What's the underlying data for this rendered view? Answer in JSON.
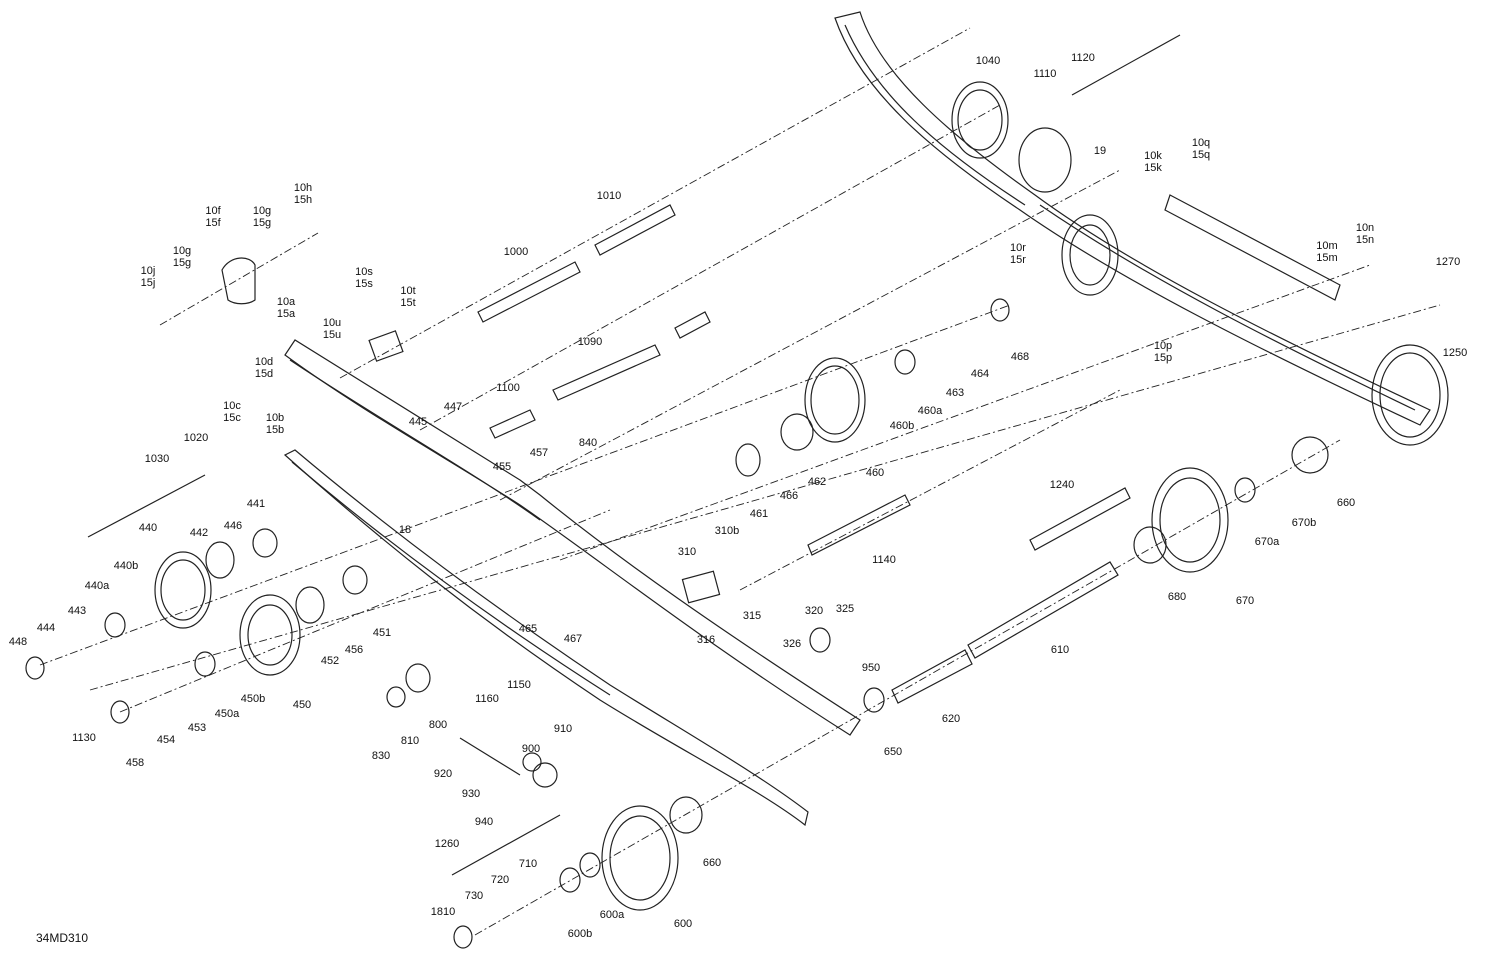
{
  "drawing_code": "34MD310",
  "labels": [
    "1040",
    "1110",
    "1120",
    "19",
    "10k\n15k",
    "10q\n15q",
    "10n\n15n",
    "10m\n15m",
    "1270",
    "1250",
    "10r\n15r",
    "10p\n15p",
    "468",
    "464",
    "463",
    "460a",
    "460b",
    "460",
    "462",
    "466",
    "461",
    "1010",
    "1000",
    "1090",
    "1100",
    "10h\n15h",
    "10g\n15g",
    "10f\n15f",
    "10g\n15g",
    "10j\n15j",
    "10s\n15s",
    "10t\n15t",
    "10u\n15u",
    "10a\n15a",
    "10d\n15d",
    "445",
    "447",
    "455",
    "457",
    "840",
    "10c\n15c",
    "10b\n15b",
    "1020",
    "1030",
    "441",
    "442",
    "446",
    "440",
    "440b",
    "440a",
    "443",
    "444",
    "448",
    "1130",
    "18",
    "465",
    "467",
    "451",
    "456",
    "452",
    "450",
    "450b",
    "450a",
    "453",
    "454",
    "458",
    "310",
    "310b",
    "315",
    "316",
    "1140",
    "1240",
    "670",
    "670a",
    "670b",
    "660",
    "680",
    "320",
    "325",
    "326",
    "950",
    "610",
    "620",
    "650",
    "800",
    "810",
    "830",
    "1160",
    "1150",
    "910",
    "900",
    "920",
    "930",
    "940",
    "660",
    "600",
    "600a",
    "600b",
    "710",
    "720",
    "730",
    "1810",
    "1260"
  ]
}
